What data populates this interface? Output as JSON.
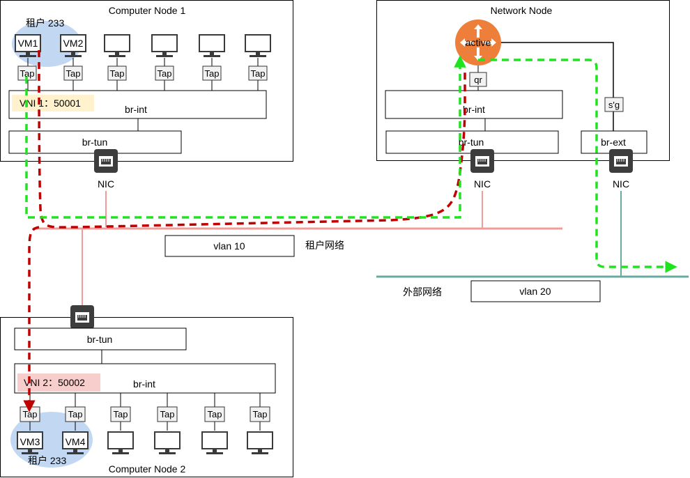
{
  "node1": {
    "title": "Computer Node 1",
    "tenant_label": "租户 233",
    "vms": [
      "VM1",
      "VM2",
      "",
      "",
      "",
      ""
    ],
    "tap_label": "Tap",
    "br_int": "br-int",
    "vni": "VNI 1：50001",
    "br_tun": "br-tun",
    "nic": "NIC"
  },
  "network_node": {
    "title": "Network Node",
    "router": "active",
    "qr": "qr",
    "sg": "s'g",
    "br_int": "br-int",
    "br_tun": "br-tun",
    "br_ext": "br-ext",
    "nic_tun": "NIC",
    "nic_ext": "NIC"
  },
  "networks": {
    "vlan10": "vlan 10",
    "tenant_net": "租户网络",
    "vlan20": "vlan 20",
    "external_net": "外部网络"
  },
  "node2": {
    "title": "Computer Node 2",
    "tenant_label": "租户 233",
    "vms": [
      "VM3",
      "VM4",
      "",
      "",
      "",
      ""
    ],
    "tap_label": "Tap",
    "br_int": "br-int",
    "vni": "VNI 2：50002",
    "br_tun": "br-tun"
  },
  "colors": {
    "tenant_bubble": "#c2d8f2",
    "vni1_highlight": "#fff2cc",
    "vni2_highlight": "#f8cecc",
    "tenant_net_line": "#f19c99",
    "external_net_line": "#67ab9f",
    "router": "#ee7f3a",
    "nic": "#3d3d3d",
    "red_path": "#c00000",
    "green_path": "#1ee31e"
  }
}
